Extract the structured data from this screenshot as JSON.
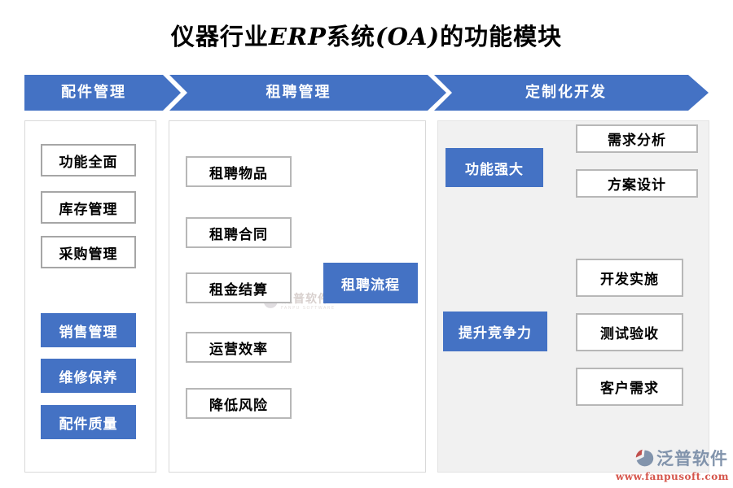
{
  "title": {
    "full": "仪器行业ERP系统(OA)的功能模块",
    "parts": [
      "仪器行业",
      "ERP",
      "系统",
      "(OA)",
      "的功能模块"
    ]
  },
  "header": {
    "steps": [
      {
        "label": "配件管理"
      },
      {
        "label": "租聘管理"
      },
      {
        "label": "定制化开发"
      }
    ]
  },
  "left_panel": {
    "white_boxes": [
      "功能全面",
      "库存管理",
      "采购管理"
    ],
    "blue_boxes": [
      "销售管理",
      "维修保养",
      "配件质量"
    ]
  },
  "middle_panel": {
    "boxes": [
      "租聘物品",
      "租聘合同",
      "租金结算",
      "运营效率",
      "降低风险"
    ],
    "target": "租聘流程"
  },
  "right_panel": {
    "groups": [
      {
        "source": "功能强大",
        "targets": [
          "需求分析",
          "方案设计"
        ]
      },
      {
        "source": "提升竞争力",
        "targets": [
          "开发实施",
          "测试验收",
          "客户需求"
        ]
      }
    ]
  },
  "watermark": {
    "name": "泛普软件",
    "caption": "FANPU SOFTWARE"
  },
  "logo": {
    "name": "泛普软件",
    "url": "www.fanpusoft.com"
  },
  "colors": {
    "accent_blue": "#4472c4",
    "panel_border": "#d9d9d9",
    "panel3_bg": "#f1f1f1",
    "box_border": "#a6a6a6",
    "connector_gray": "#bfbfbf",
    "down_arrow_gray": "#8c8c8c",
    "logo_text": "#8294ac",
    "logo_url": "#d5544a"
  }
}
